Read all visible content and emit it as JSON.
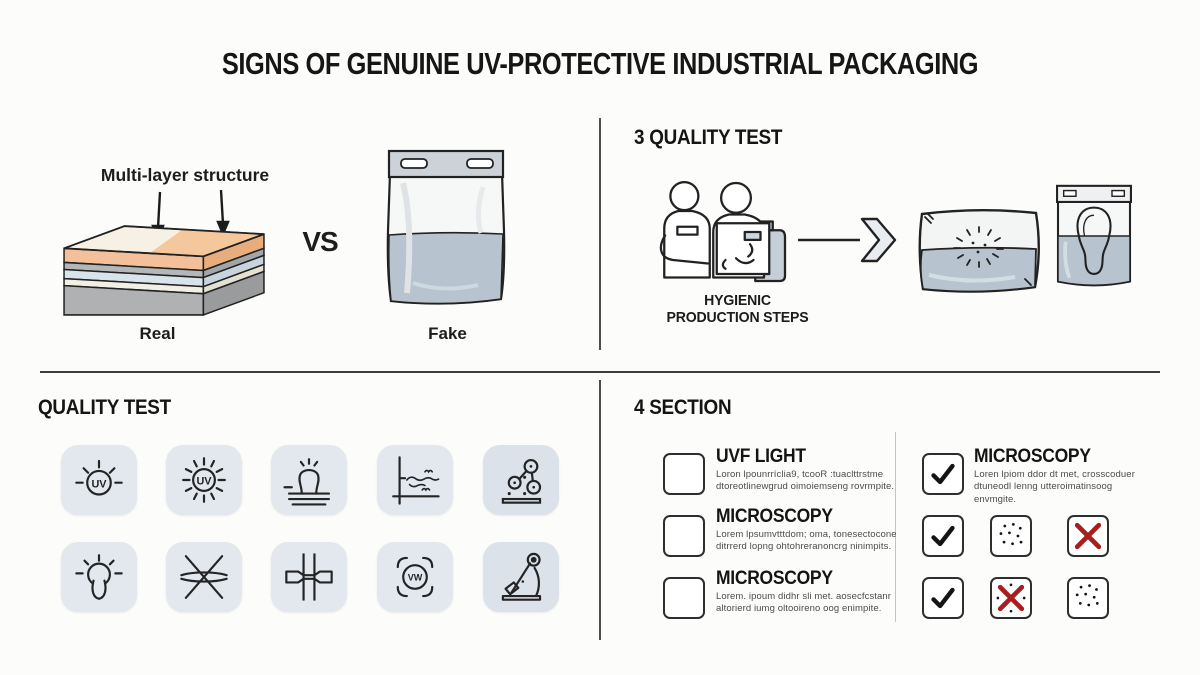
{
  "title": "SIGNS OF GENUINE UV-PROTECTIVE INDUSTRIAL PACKAGING",
  "comparison": {
    "structure_label": "Multi-layer structure",
    "vs": "VS",
    "real": "Real",
    "fake": "Fake"
  },
  "process": {
    "heading": "3 QUALITY TEST",
    "caption_line1": "HYGIENIC",
    "caption_line2": "PRODUCTION STEPS"
  },
  "quality": {
    "heading": "QUALITY TEST",
    "uv_label": "UV",
    "vw_label": "VW",
    "icons": [
      "uv-lamp",
      "uv-sun",
      "rising-bubble",
      "graph-scribble",
      "particles",
      "bulb-drip",
      "crossed-lines",
      "tensile-specimen",
      "focus-ring",
      "microscope"
    ]
  },
  "section": {
    "heading": "4 SECTION",
    "items": [
      {
        "title": "UVF LIGHT",
        "text": "Loron lpounrríclia9, tcooR :tuaclttrstme dtoreotlinewgrud oimoiemseng rovrmpite."
      },
      {
        "title": "MICROSCOPY",
        "text": "Lorem lpsumvtttdom; oma, tonesectocone ditrrerd lopng ohtohreranoncrg ninimpits."
      },
      {
        "title": "MICROSCOPY",
        "text": "Lorem. ipoum didhr sli met. aosecfcstanr altorierd iumg oltooireno oog enimpite."
      }
    ],
    "right_item": {
      "title": "MICROSCOPY",
      "text": "Loren lpiom ddor dt met, crosscoduer dtuneodl lenng utteroimatinsoog envmgite."
    },
    "result_grid": [
      [
        "check",
        "dots",
        "cross"
      ],
      [
        "check",
        "cross-dots",
        "dots"
      ]
    ]
  },
  "colors": {
    "accent_red": "#a81e1e",
    "tile": "#e3e8ee",
    "bag_fill": "#b7c3ce",
    "layer_peach": "#f3c09a",
    "layer_blue": "#d9e3eb"
  }
}
